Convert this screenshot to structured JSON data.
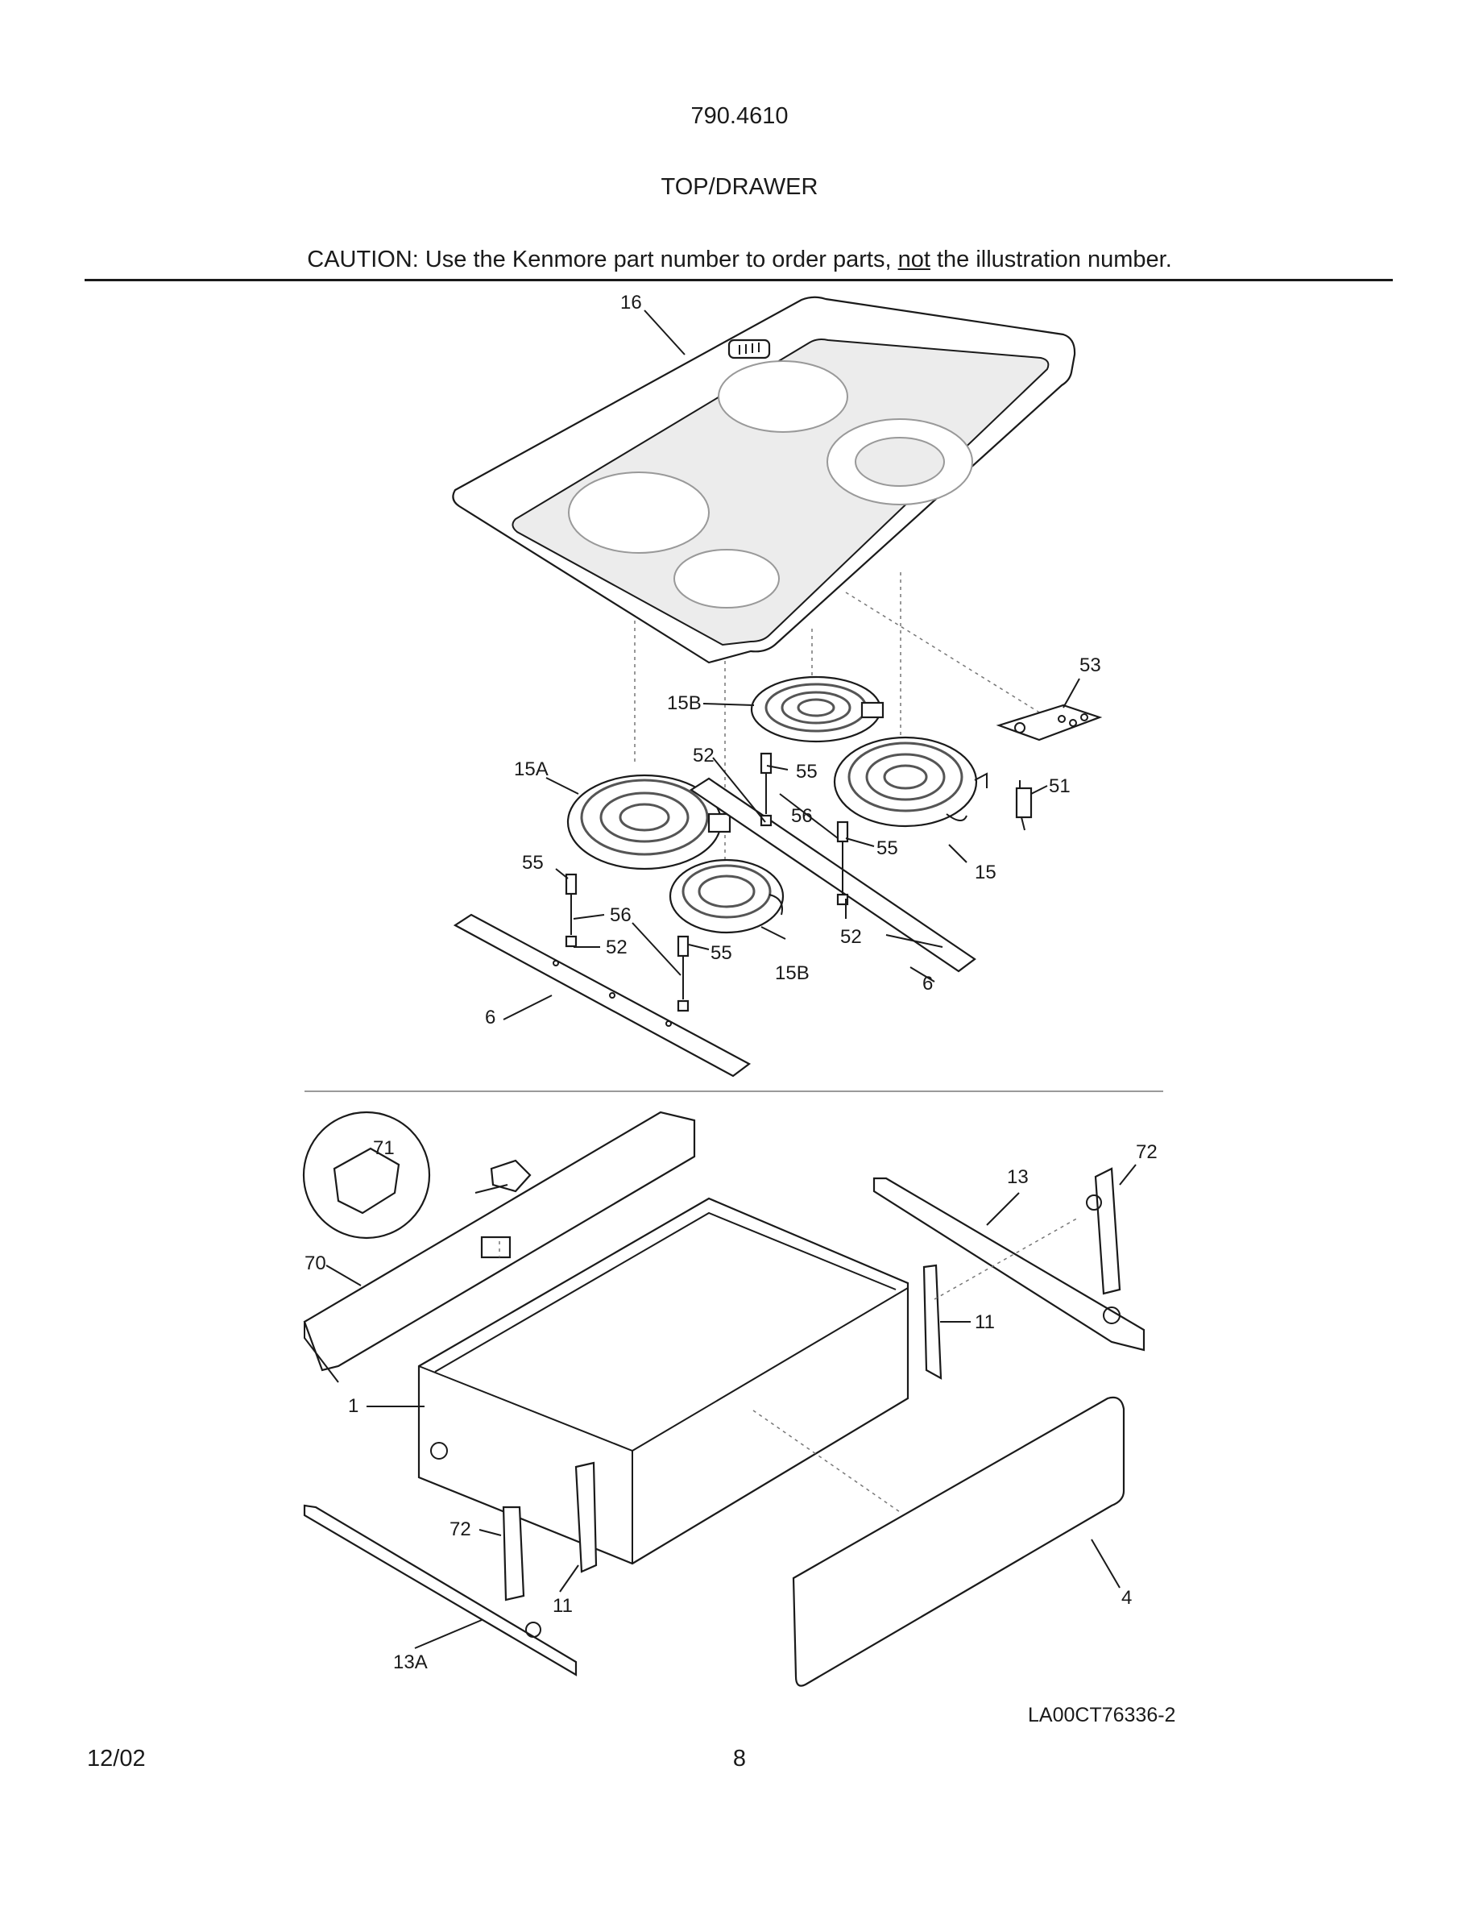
{
  "header": {
    "model": "790.4610",
    "section": "TOP/DRAWER",
    "caution_before": "CAUTION: Use the Kenmore part number to order parts, ",
    "caution_emphasis": "not",
    "caution_after": " the illustration number."
  },
  "callouts": {
    "c16": "16",
    "c53": "53",
    "c15B_top": "15B",
    "c52_top": "52",
    "c55_top": "55",
    "c15A": "15A",
    "c56_mid": "56",
    "c51": "51",
    "c55_right": "55",
    "c55_left": "55",
    "c15": "15",
    "c56_left": "56",
    "c52_left": "52",
    "c55_low": "55",
    "c52_right": "52",
    "c15B_low": "15B",
    "c6_right": "6",
    "c6_left": "6",
    "c71": "71",
    "c72_top": "72",
    "c13": "13",
    "c70": "70",
    "c11_right": "11",
    "c1": "1",
    "c72_low": "72",
    "c11_low": "11",
    "c4": "4",
    "c13A": "13A"
  },
  "drawing_id": "LA00CT76336-2",
  "footer": {
    "date": "12/02",
    "page": "8"
  }
}
